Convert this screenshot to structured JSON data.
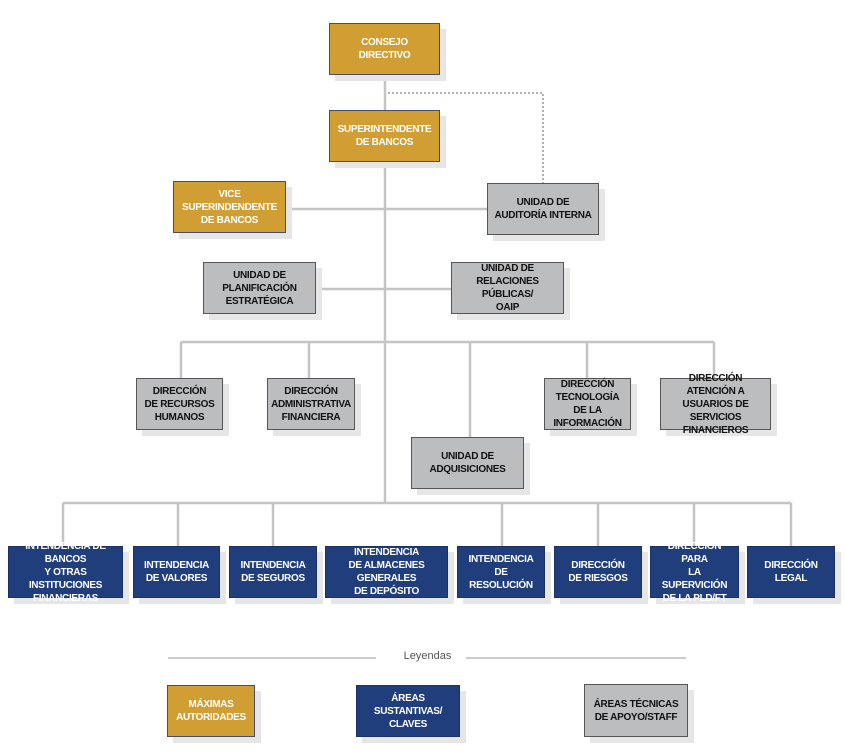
{
  "chart": {
    "title": "",
    "colors": {
      "maximas_autoridades": "#d19e33",
      "areas_sustantivas": "#213e7c",
      "areas_tecnicas": "#bcbdbf",
      "connector": "#c4c4c4",
      "dotted_connector": "#9a9a9a"
    },
    "nodes": {
      "consejo": "CONSEJO\nDIRECTIVO",
      "superintendente": "SUPERINTENDENTE\nDE BANCOS",
      "vice": "VICE SUPERINDENDENTE\nDE BANCOS",
      "auditoria": "UNIDAD DE\nAUDITORÍA INTERNA",
      "planificacion": "UNIDAD DE\nPLANIFICACIÓN\nESTRATÉGICA",
      "relaciones": "UNIDAD DE\nRELACIONES PÚBLICAS/\nOAIP",
      "rrhh": "DIRECCIÓN\nDE RECURSOS\nHUMANOS",
      "admin_fin": "DIRECCIÓN\nADMINISTRATIVA\nFINANCIERA",
      "adquisiciones": "UNIDAD DE\nADQUISICIONES",
      "tecnologia": "DIRECCIÓN\nTECNOLOGÍA DE LA\nINFORMACIÓN",
      "atencion": "DIRECCIÓN ATENCIÓN A\nUSUARIOS DE SERVICIOS\nFINANCIEROS",
      "int_bancos": "INTENDENCIA DE BANCOS\nY OTRAS INSTITUCIONES\nFINANCIERAS",
      "int_valores": "INTENDENCIA\nDE VALORES",
      "int_seguros": "INTENDENCIA\nDE SEGUROS",
      "int_almacenes": "INTENDENCIA\nDE ALMACENES GENERALES\nDE DEPÓSITO",
      "int_resolucion": "INTENDENCIA DE\nRESOLUCIÓN",
      "dir_riesgos": "DIRECCIÓN\nDE RIESGOS",
      "dir_pld": "DIRECCIÓN PARA\nLA SUPERVICIÓN\nDE LA PLD/FT",
      "dir_legal": "DIRECCIÓN\nLEGAL"
    },
    "edges": [
      {
        "from": "consejo",
        "to": "superintendente",
        "style": "solid"
      },
      {
        "from": "consejo",
        "to": "auditoria",
        "style": "dotted"
      },
      {
        "from": "superintendente",
        "to": "vice",
        "style": "solid"
      },
      {
        "from": "superintendente",
        "to": "auditoria",
        "style": "solid"
      },
      {
        "from": "superintendente",
        "to": "planificacion",
        "style": "solid"
      },
      {
        "from": "superintendente",
        "to": "relaciones",
        "style": "solid"
      },
      {
        "from": "superintendente",
        "to": "rrhh",
        "style": "solid"
      },
      {
        "from": "superintendente",
        "to": "admin_fin",
        "style": "solid"
      },
      {
        "from": "superintendente",
        "to": "adquisiciones",
        "style": "solid"
      },
      {
        "from": "superintendente",
        "to": "tecnologia",
        "style": "solid"
      },
      {
        "from": "superintendente",
        "to": "atencion",
        "style": "solid"
      },
      {
        "from": "superintendente",
        "to": "int_bancos",
        "style": "solid"
      },
      {
        "from": "superintendente",
        "to": "int_valores",
        "style": "solid"
      },
      {
        "from": "superintendente",
        "to": "int_seguros",
        "style": "solid"
      },
      {
        "from": "superintendente",
        "to": "int_almacenes",
        "style": "solid"
      },
      {
        "from": "superintendente",
        "to": "int_resolucion",
        "style": "solid"
      },
      {
        "from": "superintendente",
        "to": "dir_riesgos",
        "style": "solid"
      },
      {
        "from": "superintendente",
        "to": "dir_pld",
        "style": "solid"
      },
      {
        "from": "superintendente",
        "to": "dir_legal",
        "style": "solid"
      }
    ],
    "legend": {
      "title": "Leyendas",
      "items": [
        {
          "label": "MÁXIMAS\nAUTORIDADES",
          "category": "gold"
        },
        {
          "label": "ÁREAS SUSTANTIVAS/\nCLAVES",
          "category": "navy"
        },
        {
          "label": "ÁREAS TÉCNICAS\nDE APOYO/STAFF",
          "category": "gray"
        }
      ]
    }
  }
}
